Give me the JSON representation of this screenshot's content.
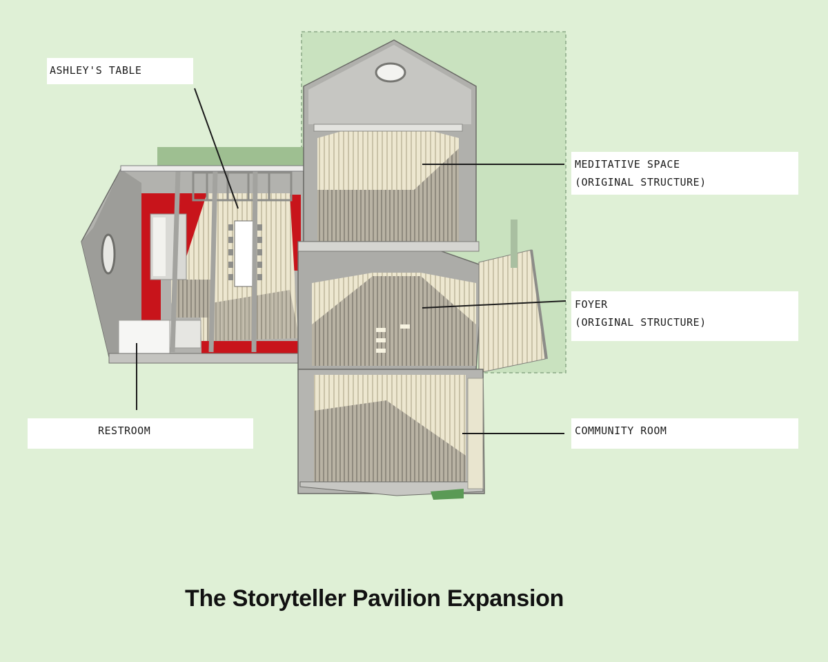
{
  "labels": {
    "ashley": "ASHLEY'S TABLE",
    "meditative_line1": "MEDITATIVE SPACE",
    "meditative_line2": "(ORIGINAL STRUCTURE)",
    "foyer_line1": "FOYER",
    "foyer_line2": "(ORIGINAL STRUCTURE)",
    "restroom": "RESTROOM",
    "community": "COMMUNITY ROOM"
  },
  "caption": "The Storyteller Pavilion Expansion",
  "colors": {
    "background": "#dff0d6",
    "site_zone": "#c9e2bf",
    "wall_gray": "#a7a8a6",
    "floor_light": "#ece6cf",
    "accent_red": "#c8141b"
  }
}
